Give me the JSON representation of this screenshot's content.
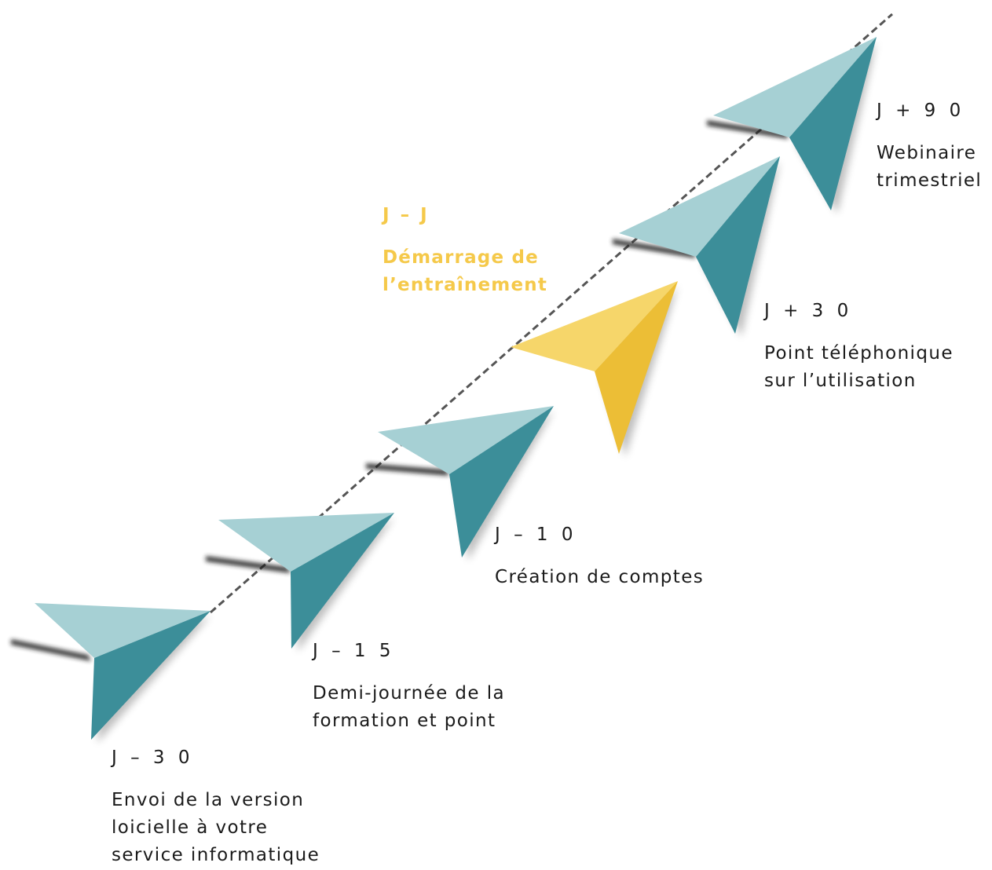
{
  "colors": {
    "plane_light": "#a6d0d4",
    "plane_dark": "#3c8e99",
    "plane_highlight_light": "#f6d66a",
    "plane_highlight_dark": "#ecbe36",
    "highlight_text": "#f5c94a",
    "text": "#1a1a1a",
    "path_line": "#555555"
  },
  "milestones": [
    {
      "day": "J – 3 0",
      "description_lines": [
        "Envoi de la version",
        "loicielle à votre",
        "service informatique"
      ],
      "highlight": false,
      "plane_icon": "paper-plane-icon"
    },
    {
      "day": "J – 1 5",
      "description_lines": [
        "Demi-journée de la",
        "formation et point"
      ],
      "highlight": false,
      "plane_icon": "paper-plane-icon"
    },
    {
      "day": "J – 1 0",
      "description_lines": [
        "Création de comptes"
      ],
      "highlight": false,
      "plane_icon": "paper-plane-icon"
    },
    {
      "day": "J – J",
      "description_lines": [
        "Démarrage de",
        "l’entraînement"
      ],
      "highlight": true,
      "plane_icon": "paper-plane-icon"
    },
    {
      "day": "J + 3 0",
      "description_lines": [
        "Point téléphonique",
        "sur l’utilisation"
      ],
      "highlight": false,
      "plane_icon": "paper-plane-icon"
    },
    {
      "day": "J + 9 0",
      "description_lines": [
        "Webinaire",
        "trimestriel"
      ],
      "highlight": false,
      "plane_icon": "paper-plane-icon"
    }
  ]
}
